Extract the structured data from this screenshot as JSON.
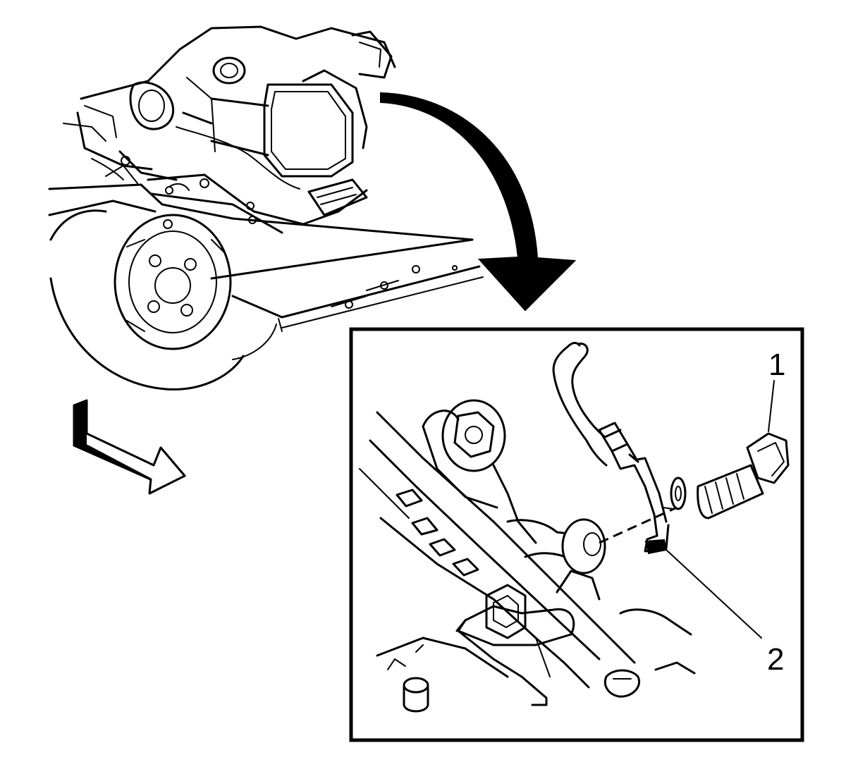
{
  "callouts": [
    {
      "id": "1",
      "label": "1"
    },
    {
      "id": "2",
      "label": "2"
    }
  ],
  "colors": {
    "ink": "#000000",
    "paper": "#ffffff"
  },
  "icons": {
    "rotation_arrow": "curved-arrow-icon",
    "front_arrow": "direction-arrow-icon"
  }
}
